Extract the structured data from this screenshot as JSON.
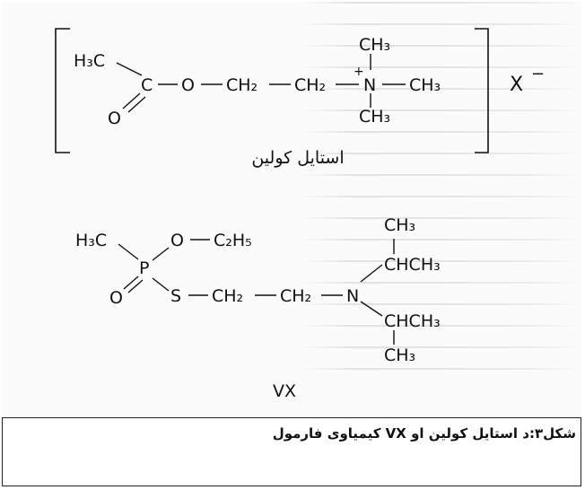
{
  "acetylcholine": {
    "name_label": "استایل کولین",
    "counter_ion": "X",
    "counter_charge": "−",
    "groups": {
      "h3c": "H₃C",
      "c": "C",
      "o_carbonyl": "O",
      "o_ester": "O",
      "ch2_a": "CH₂",
      "ch2_b": "CH₂",
      "n": "N",
      "n_charge": "+",
      "ch3_top": "CH₃",
      "ch3_right": "CH₃",
      "ch3_bottom": "CH₃"
    }
  },
  "vx": {
    "name_label": "VX",
    "groups": {
      "h3c": "H₃C",
      "p": "P",
      "o_double": "O",
      "o_ethoxy": "O",
      "c2h5": "C₂H₅",
      "s": "S",
      "ch2_a": "CH₂",
      "ch2_b": "CH₂",
      "n": "N",
      "ch3_top": "CH₃",
      "chch3_top": "CHCH₃",
      "chch3_bottom": "CHCH₃",
      "ch3_bottom": "CH₃"
    }
  },
  "caption": {
    "text": "شکل۳:د استایل کولین او VX کیمیاوی فارمول"
  }
}
